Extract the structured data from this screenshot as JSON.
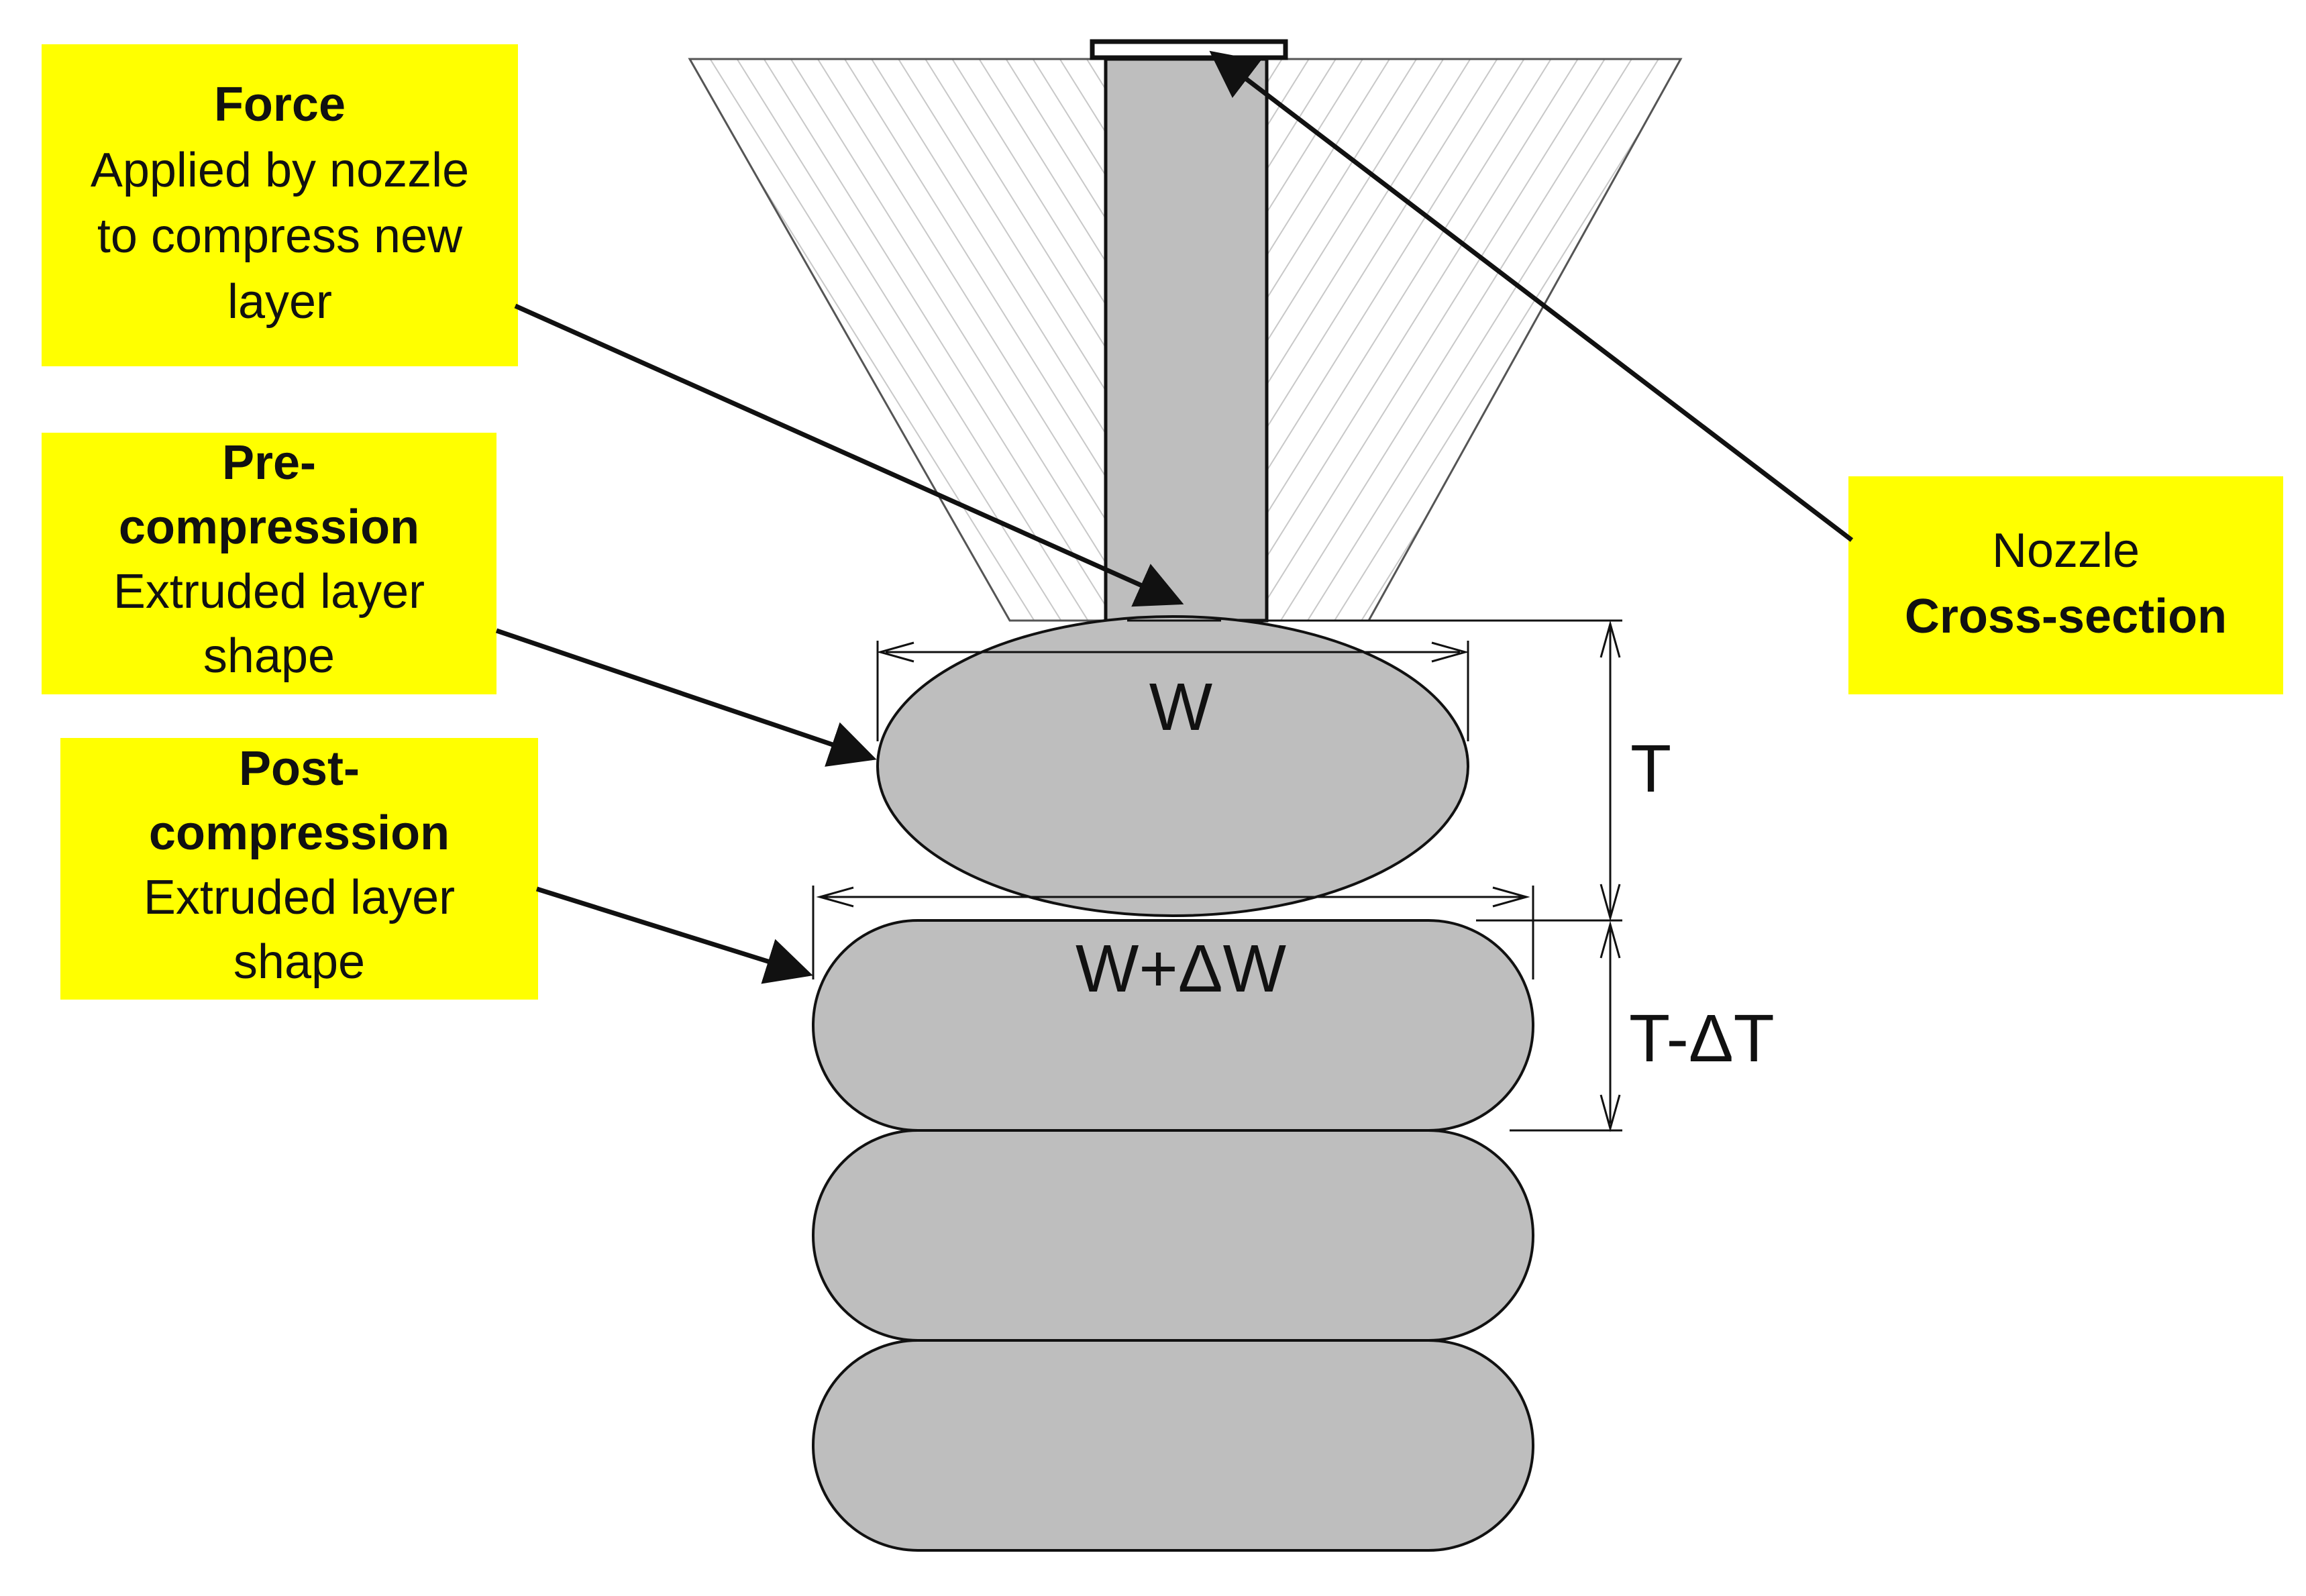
{
  "callouts": {
    "force": {
      "title": "Force",
      "lines": [
        "Applied by nozzle",
        "to compress new",
        "layer"
      ]
    },
    "pre_compression": {
      "title_lines": [
        "Pre-",
        "compression"
      ],
      "lines": [
        "Extruded layer",
        "shape"
      ]
    },
    "post_compression": {
      "title_lines": [
        "Post-",
        "compression"
      ],
      "lines": [
        "Extruded layer",
        "shape"
      ]
    },
    "nozzle": {
      "line1": "Nozzle",
      "line2": "Cross-section"
    }
  },
  "dimensions": {
    "width": "W",
    "width_post": "W+ΔW",
    "thickness": "T",
    "thickness_post": "T-ΔT"
  },
  "colors": {
    "callout_fill": "#FFFF00",
    "layer_fill": "#BEBEBE",
    "outline": "#111111",
    "hatch": "#C8C8C8"
  }
}
